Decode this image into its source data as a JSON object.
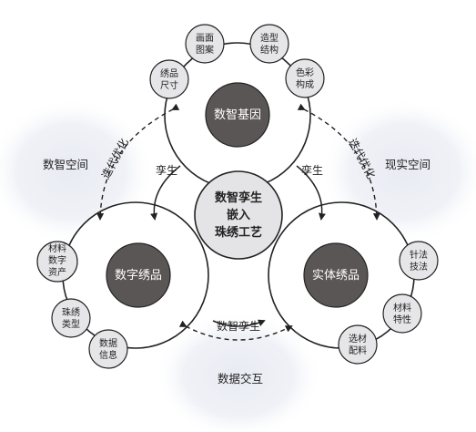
{
  "center": {
    "lines": [
      "数智孪生",
      "嵌入",
      "珠绣工艺"
    ]
  },
  "nodes": {
    "digital_gene": "数智基因",
    "digital_embroidery": "数字绣品",
    "physical_embroidery": "实体绣品"
  },
  "spaces": {
    "digital_space": "数智空间",
    "real_space": "现实空间",
    "data_interaction": "数据交互"
  },
  "links": {
    "twin_left": "孪生",
    "twin_right": "孪生",
    "iter_left": "迭代优化",
    "iter_right": "迭代优化",
    "twin_bottom": "数智孪生"
  },
  "gene_attrs": [
    {
      "lines": [
        "画面",
        "图案"
      ]
    },
    {
      "lines": [
        "造型",
        "结构"
      ]
    },
    {
      "lines": [
        "绣品",
        "尺寸"
      ]
    },
    {
      "lines": [
        "色彩",
        "构成"
      ]
    }
  ],
  "digital_attrs": [
    {
      "lines": [
        "材料",
        "数字",
        "资产"
      ]
    },
    {
      "lines": [
        "珠绣",
        "类型"
      ]
    },
    {
      "lines": [
        "数据",
        "信息"
      ]
    }
  ],
  "physical_attrs": [
    {
      "lines": [
        "针法",
        "技法"
      ]
    },
    {
      "lines": [
        "材料",
        "特性"
      ]
    },
    {
      "lines": [
        "选材",
        "配料"
      ]
    }
  ],
  "colors": {
    "dark_node": "#5b5656",
    "light_node": "#e4e4e6",
    "small_node": "#e6e6e8",
    "stroke": "#222222",
    "space_glow": "#e9ebf3"
  }
}
